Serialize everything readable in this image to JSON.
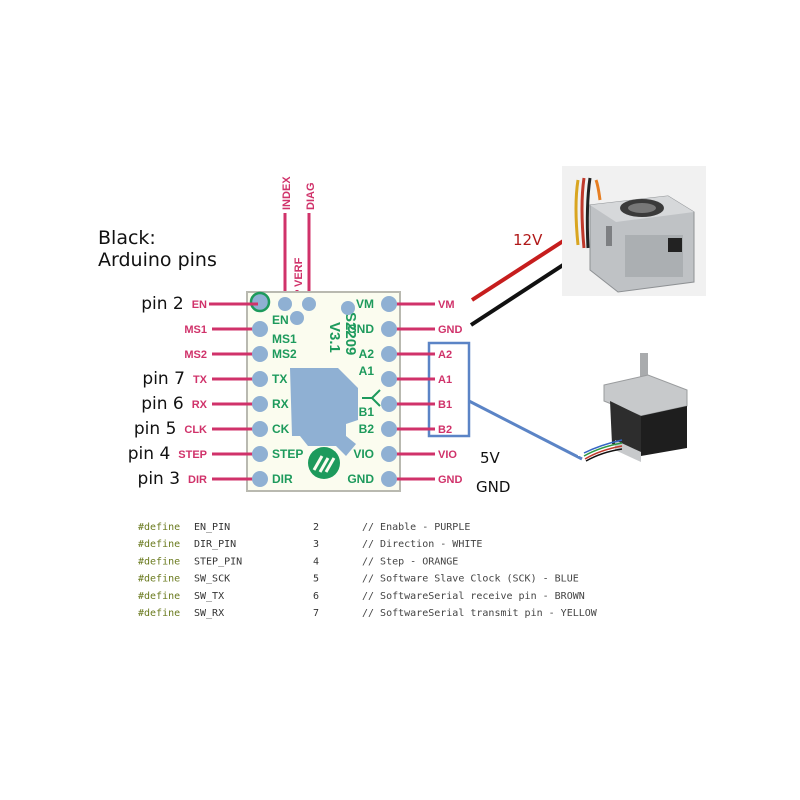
{
  "heading": {
    "line1": "Black:",
    "line2": "Arduino pins"
  },
  "chip": {
    "name": "S2209",
    "version": "V3.1",
    "top_pins": [
      {
        "label": "INDEX"
      },
      {
        "label": "VERF"
      },
      {
        "label": "DIAG"
      }
    ],
    "left_pins": [
      {
        "internal": "EN",
        "external": "EN",
        "arduino": "pin 2"
      },
      {
        "internal": "MS1",
        "external": "MS1",
        "arduino": ""
      },
      {
        "internal": "MS2",
        "external": "MS2",
        "arduino": ""
      },
      {
        "internal": "TX",
        "external": "TX",
        "arduino": "pin 7"
      },
      {
        "internal": "RX",
        "external": "RX",
        "arduino": "pin 6"
      },
      {
        "internal": "CK",
        "external": "CLK",
        "arduino": "pin 5"
      },
      {
        "internal": "STEP",
        "external": "STEP",
        "arduino": "pin 4"
      },
      {
        "internal": "DIR",
        "external": "DIR",
        "arduino": "pin 3"
      }
    ],
    "right_pins": [
      {
        "internal": "VM",
        "external": "VM",
        "note": ""
      },
      {
        "internal": "GND",
        "external": "GND",
        "note": ""
      },
      {
        "internal": "A2",
        "external": "A2",
        "note": ""
      },
      {
        "internal": "A1",
        "external": "A1",
        "note": ""
      },
      {
        "internal": "B1",
        "external": "B1",
        "note": ""
      },
      {
        "internal": "B2",
        "external": "B2",
        "note": ""
      },
      {
        "internal": "VIO",
        "external": "VIO",
        "note": "5V"
      },
      {
        "internal": "GND",
        "external": "GND",
        "note": "GND"
      }
    ]
  },
  "power": {
    "label": "12V",
    "device": "power-supply"
  },
  "motor": {
    "device": "stepper-motor"
  },
  "colors": {
    "pin_line": "#d0326a",
    "pin_text": "#d0326a",
    "chip_text": "#1d9a5c",
    "chip_bg": "#fbfcef",
    "pad": "#8fb0d3",
    "coil_box": "#5b84c6",
    "wire_12v": "#c61d1d",
    "wire_gnd": "#111111"
  },
  "code": {
    "lines": [
      {
        "keyword": "#define",
        "name": "EN_PIN",
        "value": "2",
        "comment": "// Enable - PURPLE"
      },
      {
        "keyword": "#define",
        "name": "DIR_PIN",
        "value": "3",
        "comment": "// Direction - WHITE"
      },
      {
        "keyword": "#define",
        "name": "STEP_PIN",
        "value": "4",
        "comment": "// Step - ORANGE"
      },
      {
        "keyword": "#define",
        "name": "SW_SCK",
        "value": "5",
        "comment": "// Software Slave Clock (SCK) - BLUE"
      },
      {
        "keyword": "#define",
        "name": "SW_TX",
        "value": "6",
        "comment": "// SoftwareSerial receive pin - BROWN"
      },
      {
        "keyword": "#define",
        "name": "SW_RX",
        "value": "7",
        "comment": "// SoftwareSerial transmit pin - YELLOW"
      }
    ]
  }
}
